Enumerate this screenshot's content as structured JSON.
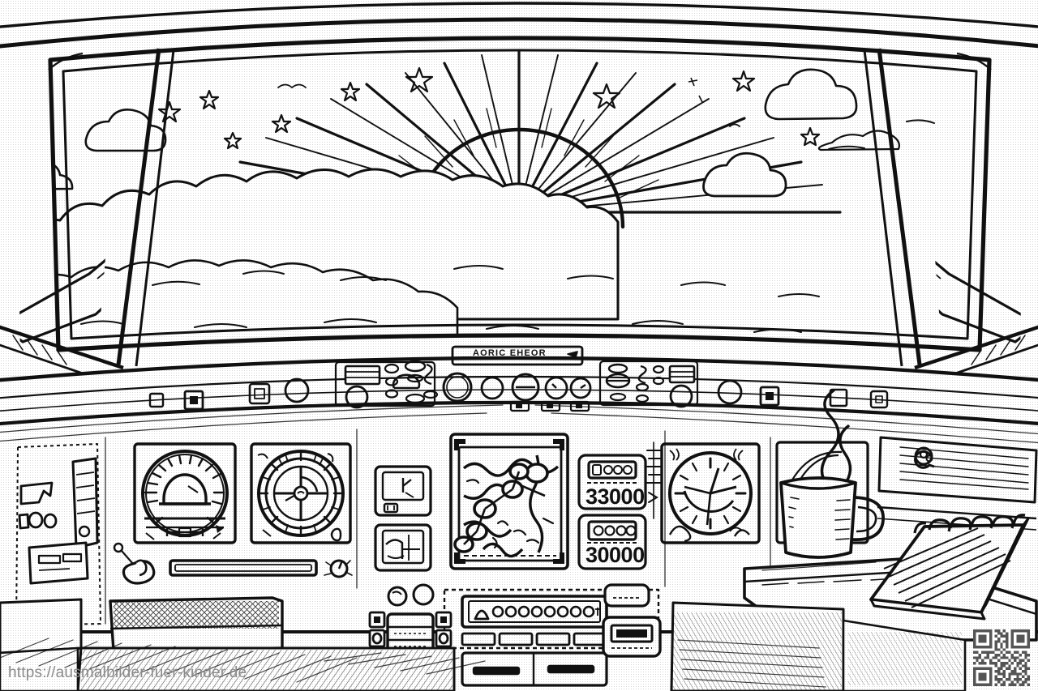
{
  "page": {
    "title": "Airplane Cockpit Coloring Page",
    "style": "black and white line art / coloring book",
    "watermark_url": "https://ausmalbilder-fuer-kinder.de",
    "ink_color": "#111111",
    "paper_color": "#ffffff",
    "watermark_color": "#8a8a8a"
  },
  "scene": {
    "view": "pilot view through cockpit windshield at sunrise above clouds",
    "sky": {
      "sun_label": "rising-sun",
      "ray_count": 34,
      "star_count": 9,
      "cloud_bank_label": "cloud-layer",
      "birds": 2
    },
    "windshield": {
      "panes": 3,
      "left_winglet": "wing-tip-left",
      "right_winglet": "wing-tip-right"
    }
  },
  "glareshield": {
    "label_display": "AORIC EHEOR",
    "knob_count": 8,
    "button_rows": 3,
    "toggle_switches": 2,
    "indicator_squares": 6
  },
  "instruments": {
    "attitude_indicator": {
      "name": "attitude-indicator",
      "type": "artificial horizon"
    },
    "heading_indicator": {
      "name": "heading-indicator",
      "type": "compass rose / HSI"
    },
    "nav_map": {
      "name": "navigation-map-display",
      "type": "terrain and waypoint map"
    },
    "clock_gauge": {
      "name": "clock-gauge",
      "type": "analog multi-needle dial"
    },
    "small_display_upper": {
      "name": "small-display-upper"
    },
    "small_display_lower": {
      "name": "small-display-lower"
    },
    "altitude_readout": {
      "label": "altitude-readout",
      "value": "33000"
    },
    "second_readout": {
      "label": "secondary-readout",
      "value": "30000"
    }
  },
  "left_panel": {
    "slider_name": "vertical-slider",
    "indicator_lights": 3,
    "display_panel": "left-data-display",
    "flag_shape": "pennant-indicator"
  },
  "pedestal": {
    "annunciator_lights": 9,
    "button_row_count": 4,
    "throttle_lever": "throttle-lever",
    "radio_stack": "radio-stack",
    "side_buttons": 6
  },
  "desk": {
    "coffee_mug": {
      "name": "coffee-mug",
      "steam": true
    },
    "notepad": {
      "name": "spiral-notepad",
      "ruled_lines": 8,
      "spiral_rings": 6
    }
  },
  "qr": {
    "name": "qr-code",
    "modules": 21,
    "pattern": [
      "111111101101001111111",
      "100000100110101000001",
      "101110101011101011101",
      "101110100100101011101",
      "101110101101101011101",
      "100000101010101000001",
      "111111101010101111111",
      "000000001101000000000",
      "110111110010110110110",
      "001001001101001001011",
      "111011011011101110010",
      "010100100100010101101",
      "101110111011101011010",
      "000000001011010010110",
      "111111100110110101011",
      "100000101101001100110",
      "101110100111011111010",
      "101110101001010010101",
      "101110101110110111011",
      "100000100101001010110",
      "111111101011011101101"
    ]
  }
}
